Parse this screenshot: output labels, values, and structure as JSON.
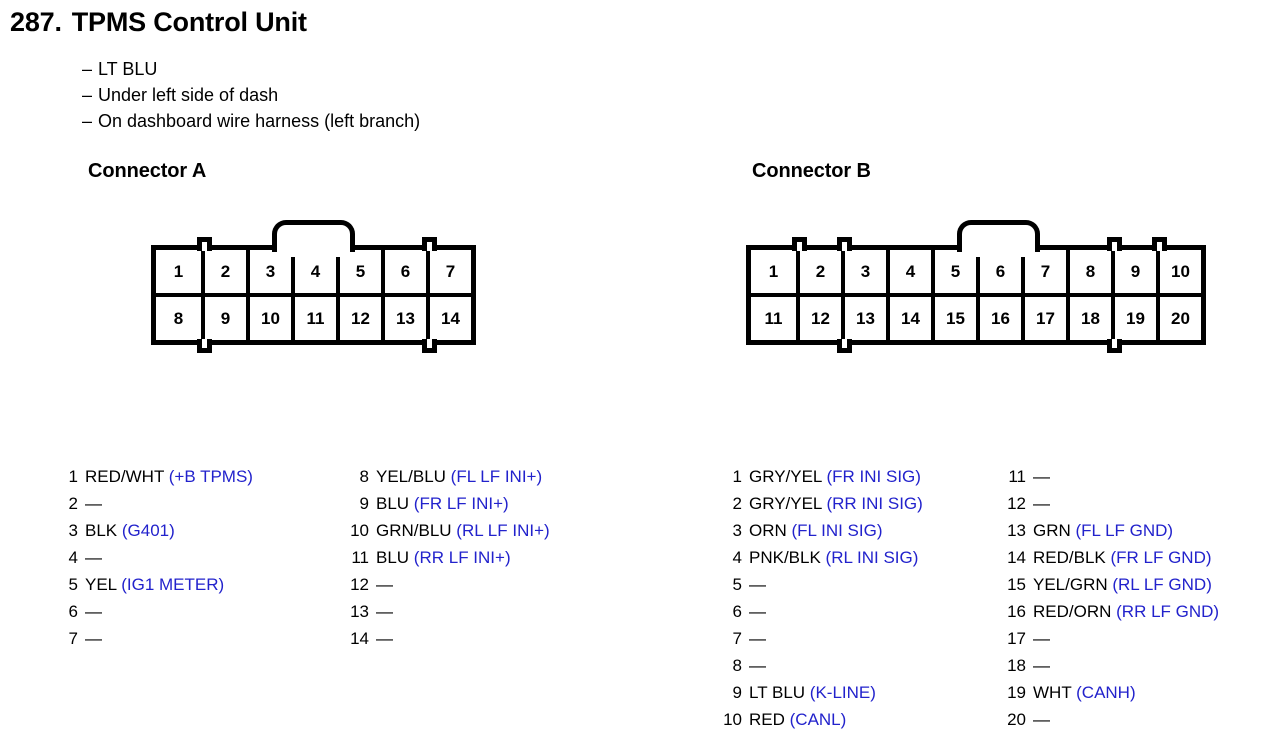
{
  "document": {
    "number": "287.",
    "title": "TPMS Control Unit",
    "notes": [
      "LT BLU",
      "Under left side of dash",
      "On dashboard wire harness (left branch)"
    ],
    "dash_prefix": "–",
    "empty_pin": "—"
  },
  "colors": {
    "signal_blue": "#2222cc",
    "text_black": "#000000",
    "background": "#ffffff"
  },
  "connectors": [
    {
      "id": "a",
      "heading": "Connector A",
      "columns": 7,
      "rows": [
        [
          "1",
          "2",
          "3",
          "4",
          "5",
          "6",
          "7"
        ],
        [
          "8",
          "9",
          "10",
          "11",
          "12",
          "13",
          "14"
        ]
      ],
      "pins": [
        {
          "no": "1",
          "wire": "RED/WHT",
          "signal": "(+B TPMS)"
        },
        {
          "no": "2",
          "wire": "—",
          "signal": ""
        },
        {
          "no": "3",
          "wire": "BLK",
          "signal": "(G401)"
        },
        {
          "no": "4",
          "wire": "—",
          "signal": ""
        },
        {
          "no": "5",
          "wire": "YEL",
          "signal": "(IG1 METER)"
        },
        {
          "no": "6",
          "wire": "—",
          "signal": ""
        },
        {
          "no": "7",
          "wire": "—",
          "signal": ""
        },
        {
          "no": "8",
          "wire": "YEL/BLU",
          "signal": "(FL LF INI+)"
        },
        {
          "no": "9",
          "wire": "BLU",
          "signal": "(FR LF INI+)"
        },
        {
          "no": "10",
          "wire": "GRN/BLU",
          "signal": "(RL LF INI+)"
        },
        {
          "no": "11",
          "wire": "BLU",
          "signal": "(RR LF INI+)"
        },
        {
          "no": "12",
          "wire": "—",
          "signal": ""
        },
        {
          "no": "13",
          "wire": "—",
          "signal": ""
        },
        {
          "no": "14",
          "wire": "—",
          "signal": ""
        }
      ]
    },
    {
      "id": "b",
      "heading": "Connector B",
      "columns": 10,
      "rows": [
        [
          "1",
          "2",
          "3",
          "4",
          "5",
          "6",
          "7",
          "8",
          "9",
          "10"
        ],
        [
          "11",
          "12",
          "13",
          "14",
          "15",
          "16",
          "17",
          "18",
          "19",
          "20"
        ]
      ],
      "pins": [
        {
          "no": "1",
          "wire": "GRY/YEL",
          "signal": "(FR INI SIG)"
        },
        {
          "no": "2",
          "wire": "GRY/YEL",
          "signal": "(RR INI SIG)"
        },
        {
          "no": "3",
          "wire": "ORN",
          "signal": "(FL INI SIG)"
        },
        {
          "no": "4",
          "wire": "PNK/BLK",
          "signal": "(RL INI SIG)"
        },
        {
          "no": "5",
          "wire": "—",
          "signal": ""
        },
        {
          "no": "6",
          "wire": "—",
          "signal": ""
        },
        {
          "no": "7",
          "wire": "—",
          "signal": ""
        },
        {
          "no": "8",
          "wire": "—",
          "signal": ""
        },
        {
          "no": "9",
          "wire": "LT BLU",
          "signal": "(K-LINE)"
        },
        {
          "no": "10",
          "wire": "RED",
          "signal": "(CANL)"
        },
        {
          "no": "11",
          "wire": "—",
          "signal": ""
        },
        {
          "no": "12",
          "wire": "—",
          "signal": ""
        },
        {
          "no": "13",
          "wire": "GRN",
          "signal": "(FL LF GND)"
        },
        {
          "no": "14",
          "wire": "RED/BLK",
          "signal": "(FR LF GND)"
        },
        {
          "no": "15",
          "wire": "YEL/GRN",
          "signal": "(RL LF GND)"
        },
        {
          "no": "16",
          "wire": "RED/ORN",
          "signal": "(RR LF GND)"
        },
        {
          "no": "17",
          "wire": "—",
          "signal": ""
        },
        {
          "no": "18",
          "wire": "—",
          "signal": ""
        },
        {
          "no": "19",
          "wire": "WHT",
          "signal": "(CANH)"
        },
        {
          "no": "20",
          "wire": "—",
          "signal": ""
        }
      ]
    }
  ]
}
